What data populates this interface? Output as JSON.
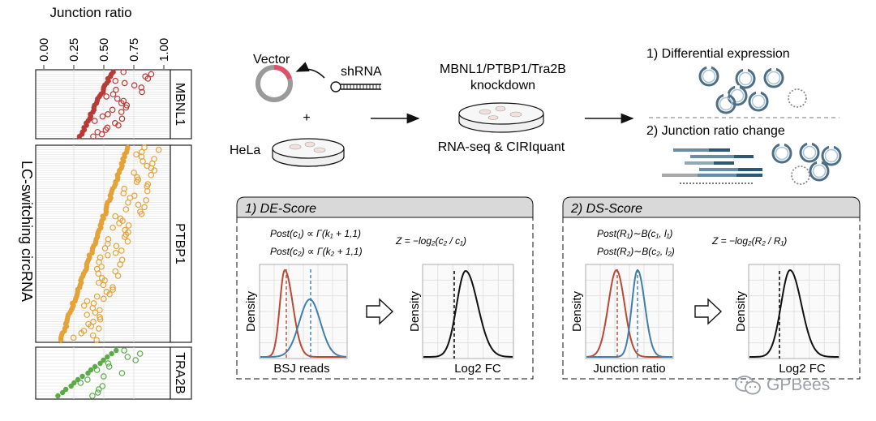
{
  "left_panel": {
    "top_label": "Junction ratio",
    "ticks": [
      "0.00",
      "0.25",
      "0.50",
      "0.75",
      "1.00"
    ],
    "side_label": "LC-switching circRNA",
    "groups": [
      {
        "name": "MBNL1",
        "color": "#b83a36",
        "n": 30,
        "start": 0.3,
        "end": 0.57,
        "offset_min": 0.05,
        "offset_max": 0.35
      },
      {
        "name": "PTBP1",
        "color": "#e4a237",
        "n": 85,
        "start": 0.14,
        "end": 0.7,
        "offset_min": 0.08,
        "offset_max": 0.32
      },
      {
        "name": "TRA2B",
        "color": "#5aab47",
        "n": 15,
        "start": 0.12,
        "end": 0.6,
        "offset_min": 0.05,
        "offset_max": 0.3
      }
    ]
  },
  "workflow": {
    "vector": "Vector",
    "shrna": "shRNA",
    "plus": "+",
    "hela": "HeLa",
    "knockdown_l1": "MBNL1/PTBP1/Tra2B",
    "knockdown_l2": "knockdown",
    "rnaseq": "RNA-seq & CIRIquant",
    "out1": "1) Differential expression",
    "out2": "2) Junction ratio change"
  },
  "de_box": {
    "title": "1) DE-Score",
    "f1": "Post(c₁) ∝ Γ(k₁ + 1,1)",
    "f2": "Post(c₂) ∝ Γ(k₂ + 1,1)",
    "fz": "Z = −log₂(c₂ / c₁)",
    "density": "Density",
    "x1": "BSJ reads",
    "x2": "Log2 FC"
  },
  "ds_box": {
    "title": "2) DS-Score",
    "f1": "Post(R₁)∼B(c₁, l₁)",
    "f2": "Post(R₂)∼B(c₂, l₂)",
    "fz": "Z = −log₂(R₂ / R₁)",
    "density": "Density",
    "x1": "Junction ratio",
    "x2": "Log2 FC"
  },
  "colors": {
    "red_curve": "#b84a34",
    "blue_curve": "#3f7fab",
    "box_header": "#d9d9d9",
    "ring": "#4d6f86"
  },
  "watermark": "GPBees"
}
